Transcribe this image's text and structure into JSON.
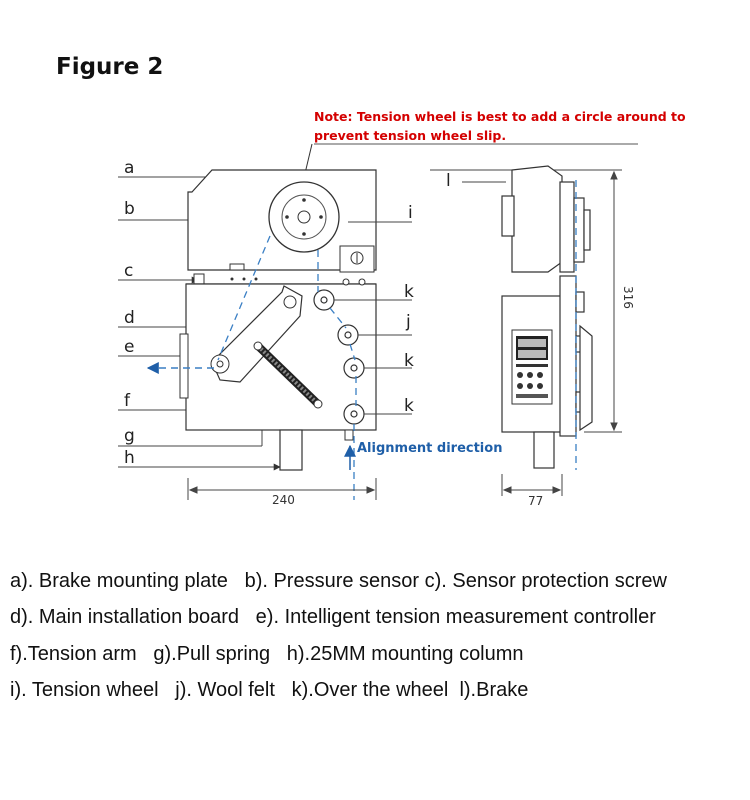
{
  "figure_title": "Figure 2",
  "note": {
    "line1": "Note: Tension wheel is best to add a circle around to",
    "line2": "prevent tension wheel slip."
  },
  "labels": {
    "a": "a",
    "b": "b",
    "c": "c",
    "d": "d",
    "e": "e",
    "f": "f",
    "g": "g",
    "h": "h",
    "i": "i",
    "j": "j",
    "k": "k",
    "l": "l"
  },
  "dimensions": {
    "width": "240",
    "depth": "77",
    "height": "316"
  },
  "alignment_text": "Alignment direction",
  "captions": [
    "a). Brake mounting plate   b). Pressure sensor c). Sensor protection screw",
    "d). Main installation board   e). Intelligent tension measurement controller",
    "f).Tension arm   g).Pull spring   h).25MM mounting column",
    "i). Tension wheel   j). Wool felt   k).Over the wheel  l).Brake"
  ],
  "colors": {
    "note": "#d40000",
    "alignment": "#1f5fa8",
    "line": "#333333",
    "dash": "#3a7fc4"
  }
}
